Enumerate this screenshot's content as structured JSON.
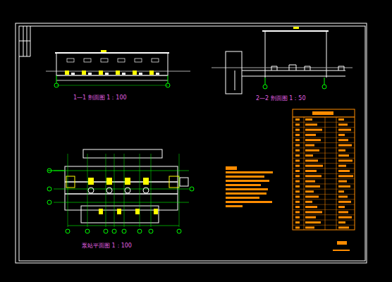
{
  "diagram": {
    "labels": [
      "1—1 剖面图  1：100",
      "2—2 剖面图  1：50",
      "泵站平面图  1：100"
    ]
  }
}
